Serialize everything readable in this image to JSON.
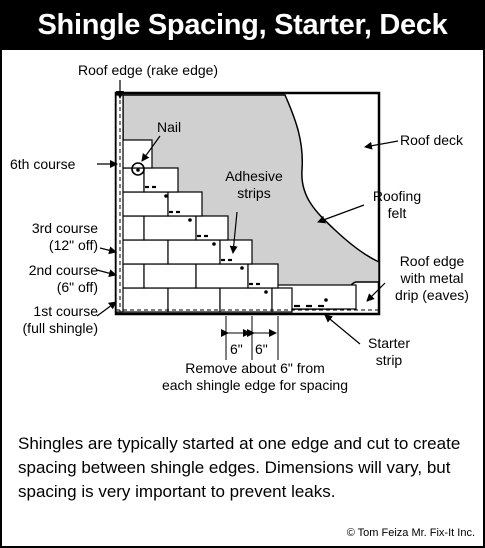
{
  "title": "Shingle Spacing, Starter, Deck",
  "labels": {
    "rake_edge": "Roof edge (rake edge)",
    "nail": "Nail",
    "sixth_course": "6th course",
    "adhesive_line1": "Adhesive",
    "adhesive_line2": "strips",
    "roof_deck": "Roof deck",
    "felt_line1": "Roofing",
    "felt_line2": "felt",
    "third_course_line1": "3rd course",
    "third_course_line2": "(12\" off)",
    "second_course_line1": "2nd course",
    "second_course_line2": "(6\" off)",
    "first_course_line1": "1st course",
    "first_course_line2": "(full shingle)",
    "eaves_line1": "Roof edge",
    "eaves_line2": "with metal",
    "eaves_line3": "drip (eaves)",
    "starter_line1": "Starter",
    "starter_line2": "strip",
    "dim_left": "6\"",
    "dim_right": "6\"",
    "remove_line1": "Remove about 6\" from",
    "remove_line2": "each shingle edge for spacing"
  },
  "caption": "Shingles are typically started at one edge and cut to create spacing between shingle edges. Dimensions will vary, but spacing is very important to prevent leaks.",
  "credit": "© Tom Feiza Mr. Fix-It Inc.",
  "colors": {
    "felt": "#d0d0d0",
    "ink": "#000000",
    "deck": "#ffffff"
  }
}
